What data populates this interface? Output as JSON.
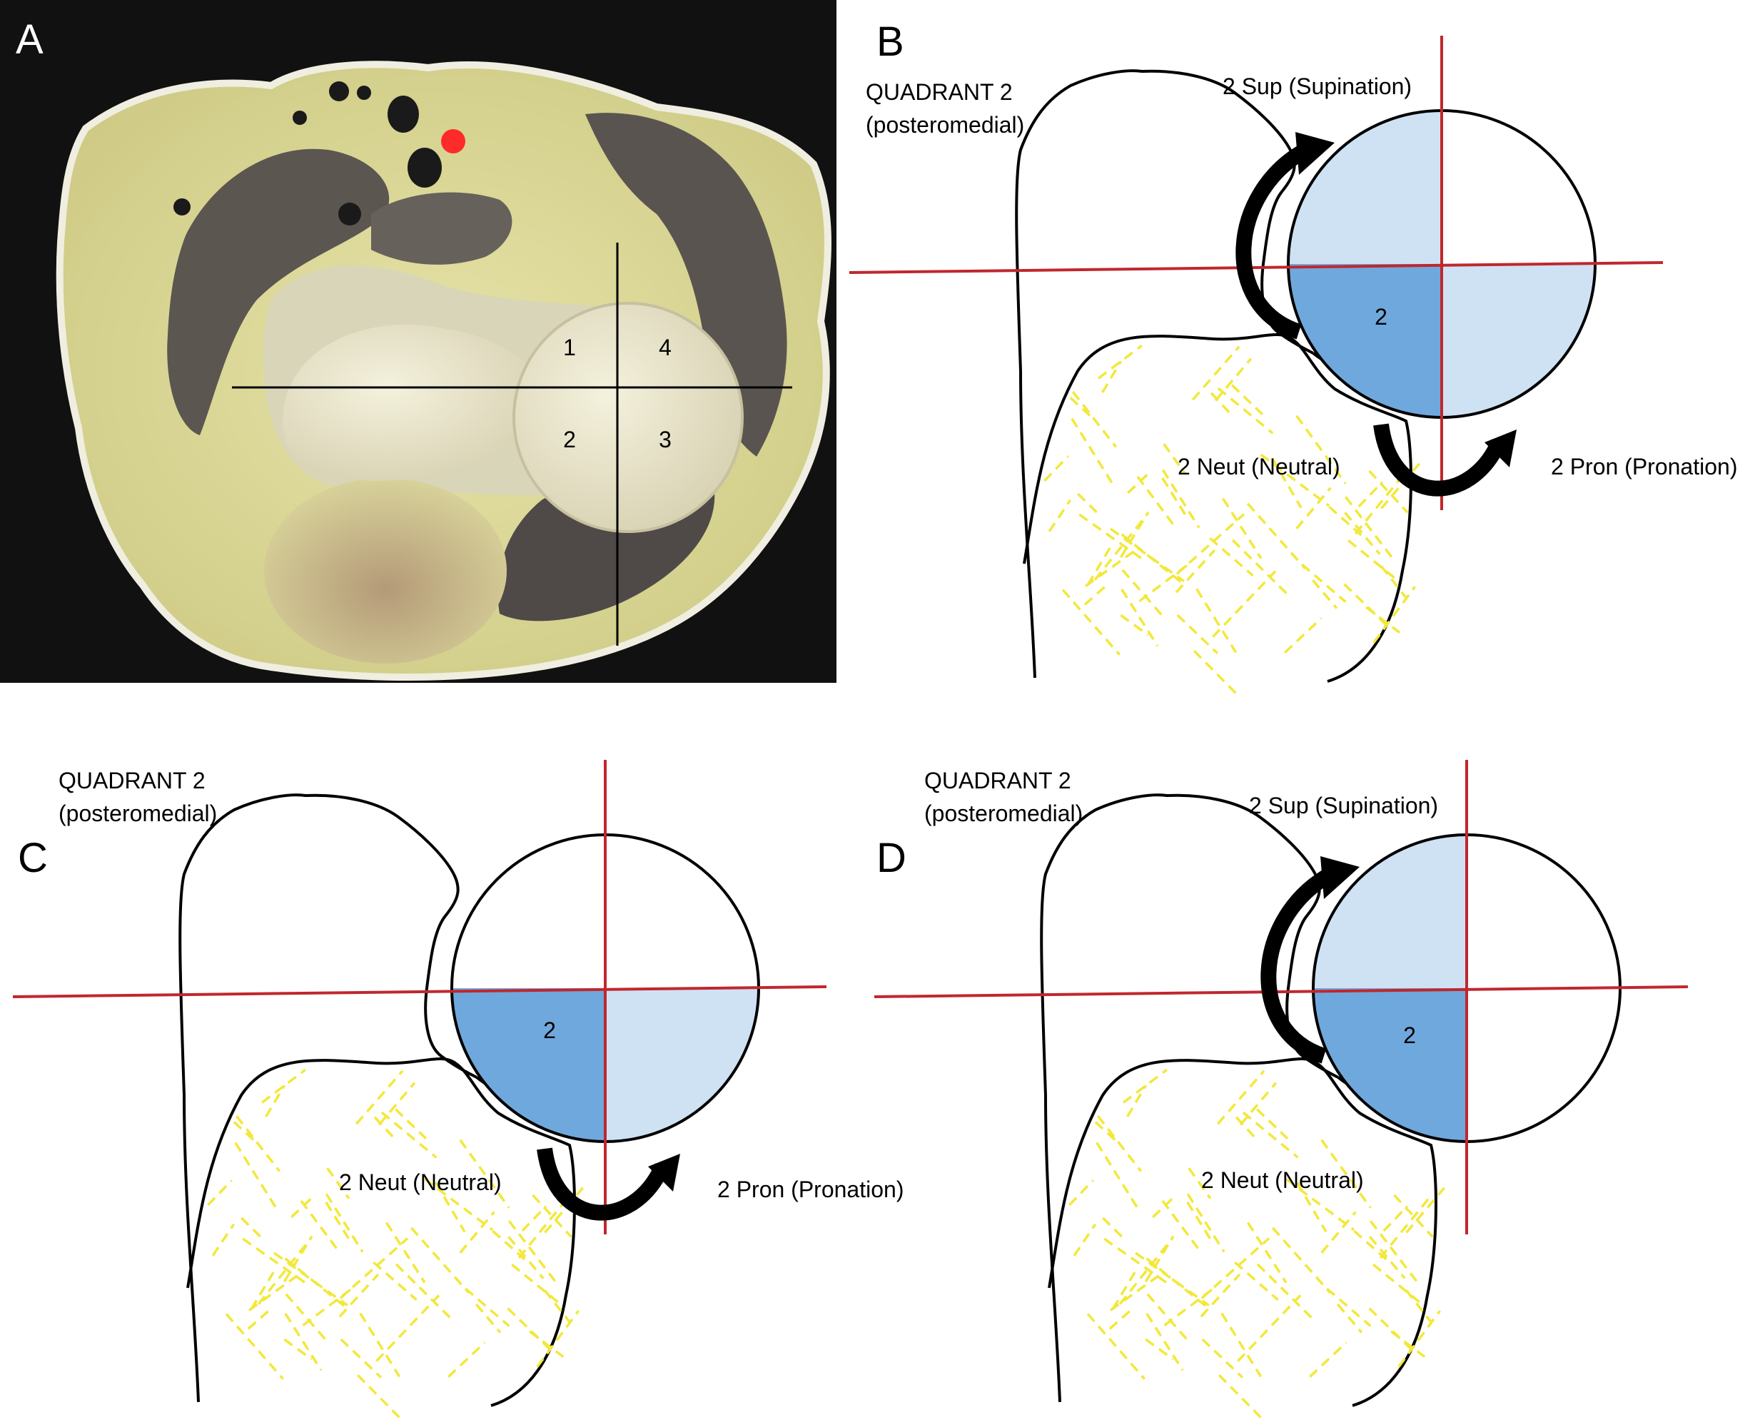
{
  "panels": {
    "a": {
      "letter": "A",
      "quadrant_labels": [
        "1",
        "4",
        "2",
        "3"
      ]
    },
    "b": {
      "letter": "B",
      "title_line1": "QUADRANT 2",
      "title_line2": "(posteromedial)",
      "sup_label": "2 Sup (Supination)",
      "neut_label": "2 Neut (Neutral)",
      "pron_label": "2 Pron (Pronation)",
      "quadrant_number": "2"
    },
    "c": {
      "letter": "C",
      "title_line1": "QUADRANT 2",
      "title_line2": "(posteromedial)",
      "neut_label": "2 Neut (Neutral)",
      "pron_label": "2 Pron (Pronation)",
      "quadrant_number": "2"
    },
    "d": {
      "letter": "D",
      "title_line1": "QUADRANT 2",
      "title_line2": "(posteromedial)",
      "sup_label": "2 Sup (Supination)",
      "neut_label": "2 Neut (Neutral)",
      "quadrant_number": "2"
    }
  },
  "colors": {
    "axis_line": "#c0272d",
    "outline": "#000000",
    "highlight_quadrant": "#6fa8dc",
    "light_quadrant": "#cfe2f3",
    "trabecular_dash": "#f2e83a",
    "photo_background": "#111111"
  }
}
